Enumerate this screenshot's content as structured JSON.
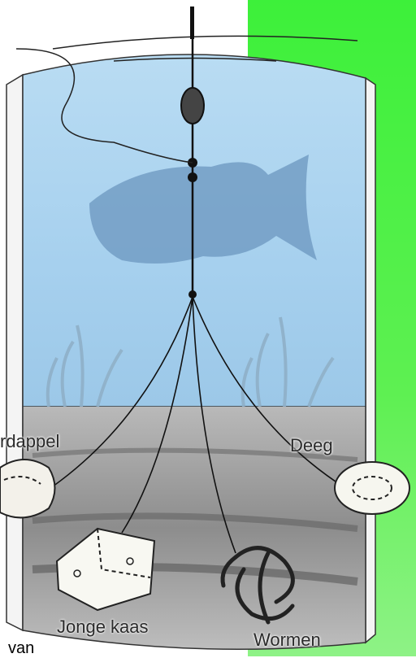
{
  "diagram": {
    "baits": [
      {
        "label": "rdappel"
      },
      {
        "label": "Deeg"
      },
      {
        "label": "Jonge kaas"
      },
      {
        "label": "Wormen"
      }
    ],
    "caption_fragment": "van",
    "colors": {
      "panel_green": "#3df03a",
      "water": "#a9d3ef",
      "fish": "#6f9ac2",
      "bottom": "#8a8a8a"
    }
  }
}
